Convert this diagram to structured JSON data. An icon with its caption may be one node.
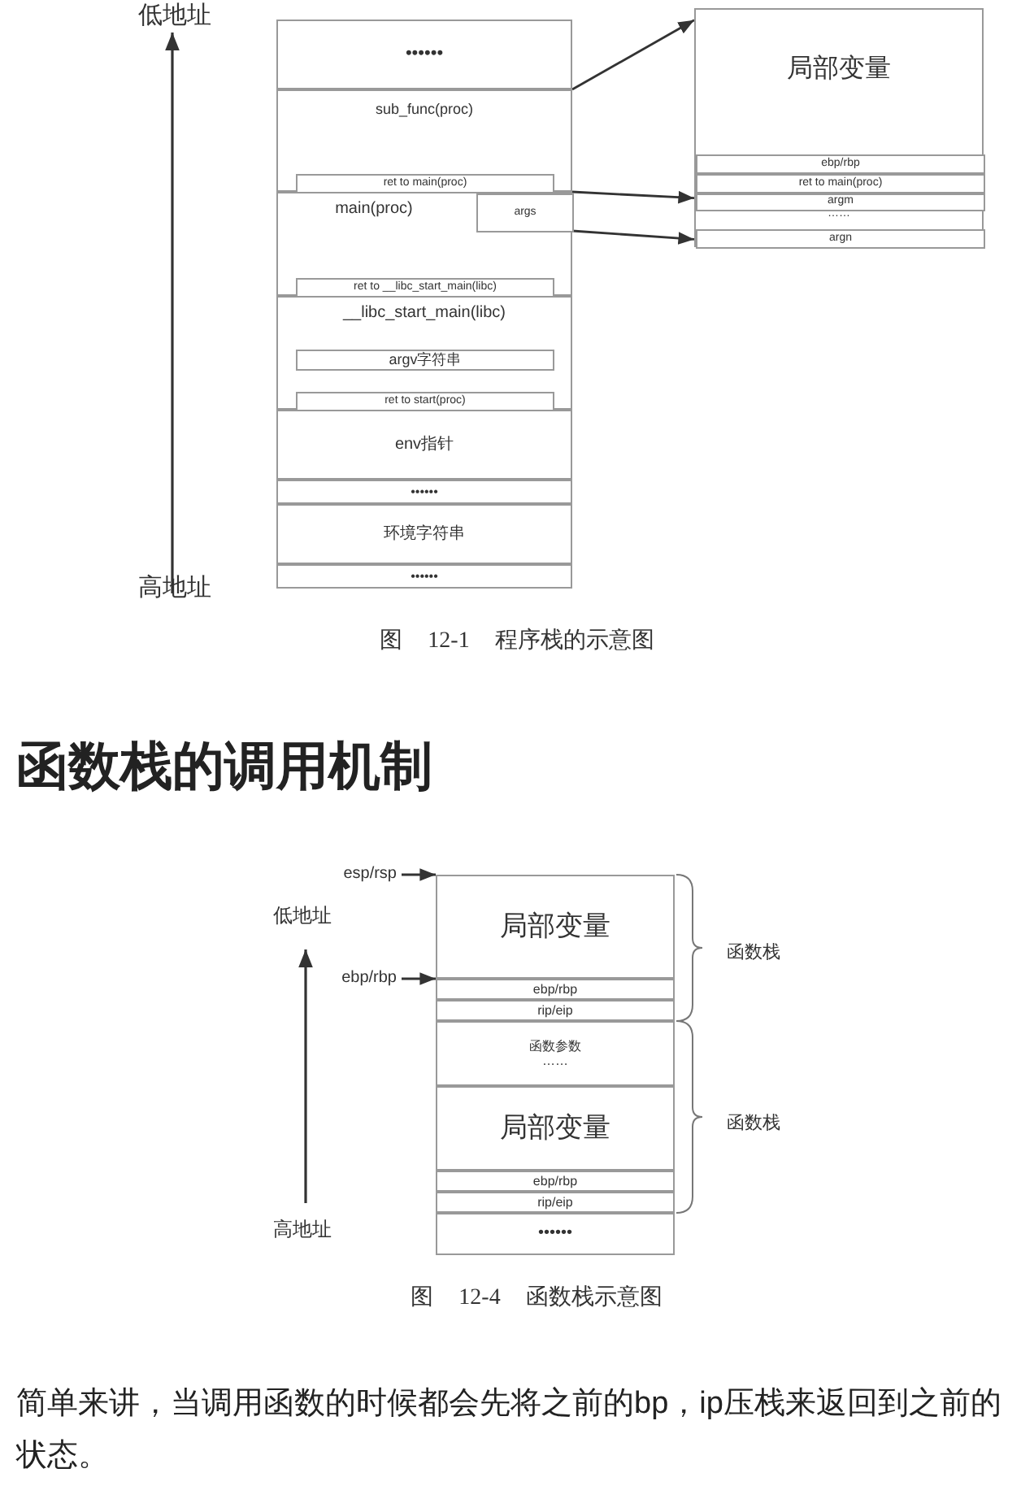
{
  "diagram": {
    "nodes": [
      {
        "text": [
          "••••••"
        ]
      },
      {
        "text": [
          "sub_func(proc)"
        ]
      },
      {
        "text": [
          "ret to main(proc)"
        ],
        "in": 1
      },
      {
        "text": [
          "main(proc)"
        ]
      },
      {
        "text": [
          "args"
        ],
        "in": 3
      },
      {
        "text": [
          "ret to __libc_start_main(libc)"
        ],
        "in": 3
      },
      {
        "text": [
          "__libc_start_main(libc)"
        ]
      },
      {
        "text": [
          "argv字符串"
        ],
        "in": 6
      },
      {
        "text": [
          "ret to start(proc)"
        ],
        "in": 6
      },
      {
        "text": [
          "env指针"
        ]
      },
      {
        "text": [
          "••••••"
        ]
      },
      {
        "text": [
          "环境字符串"
        ]
      },
      {
        "text": [
          "••••••"
        ]
      },
      {
        "text": [
          "局部变量"
        ]
      },
      {
        "text": [
          "ebp/rbp"
        ],
        "in": 13
      },
      {
        "text": [
          "ret to main(proc)"
        ],
        "in": 13
      },
      {
        "text": [
          "argm"
        ],
        "in": 13
      },
      {
        "text": [
          "argn"
        ],
        "in": 13
      },
      {
        "text": [
          "esp/rsp"
        ]
      },
      {
        "text": [
          "ebp/rbp"
        ]
      },
      {
        "text": [
          "局部变量"
        ]
      },
      {
        "text": [
          "ebp/rbp"
        ]
      },
      {
        "text": [
          "rip/eip"
        ]
      },
      {
        "text": [
          "函数参数",
          "……"
        ]
      },
      {
        "text": [
          "局部变量"
        ]
      },
      {
        "text": [
          "ebp/rbp"
        ]
      },
      {
        "text": [
          "rip/eip"
        ]
      },
      {
        "text": [
          "••••••"
        ]
      }
    ],
    "edges": [
      {
        "from": 1,
        "to": 13,
        "arrow": "to"
      },
      {
        "from": 3,
        "to": 16,
        "arrow": "to"
      },
      {
        "from": 4,
        "to": 17,
        "arrow": "to"
      },
      {
        "from": 18,
        "to": 20,
        "arrow": "to"
      },
      {
        "from": 19,
        "to": 21,
        "arrow": "to"
      }
    ],
    "labels": [
      "低地址",
      "……",
      "高地址",
      "图 12-1 程序栈的示意图",
      "函数栈的调用机制",
      "低地址",
      "函数栈",
      "函数栈",
      "高地址",
      "图 12-4 函数栈示意图",
      "简单来讲，当调用函数的时候都会先将之前的bp，ip压栈来返回到之前的状态。"
    ]
  }
}
